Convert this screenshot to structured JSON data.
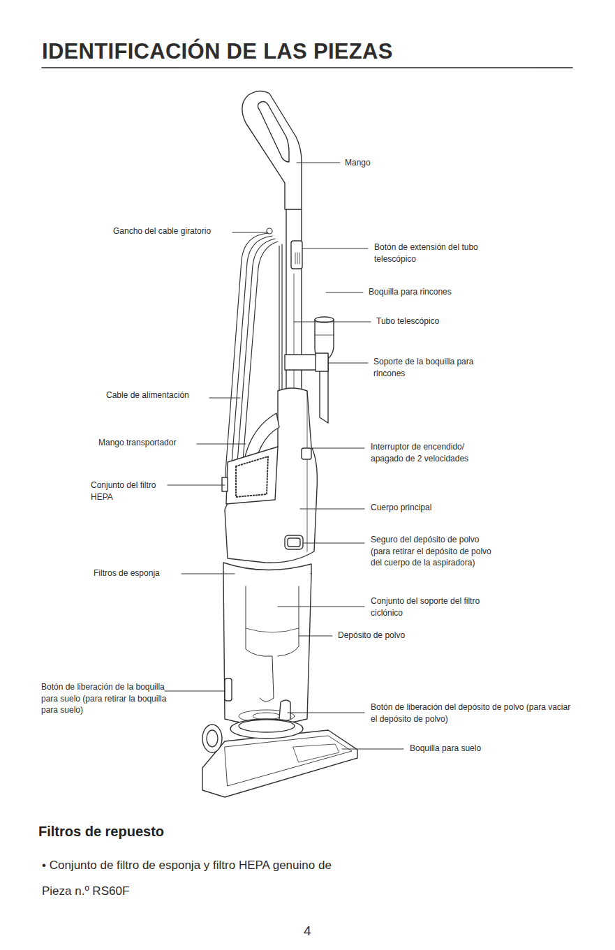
{
  "diagram": {
    "title": "IDENTIFICACIÓN DE LAS PIEZAS",
    "labels": [
      "Mango",
      "Gancho del cable giratorio",
      "Botón de extensión del tubo telescópico",
      "Boquilla para rincones",
      "Tubo telescópico",
      "Soporte de la boquilla para rincones",
      "Cable de alimentación",
      "Mango transportador",
      "Interruptor de encendido/ apagado de 2 velocidades",
      "Conjunto del filtro HEPA",
      "Cuerpo principal",
      "Seguro del depósito de polvo (para retirar el depósito de polvo del cuerpo de la aspiradora)",
      "Filtros de esponja",
      "Conjunto del soporte del filtro ciclónico",
      "Depósito de polvo",
      "Botón de liberación de la boquilla para suelo (para retirar la boquilla para suelo)",
      "Botón de liberación del depósito de polvo (para vaciar el depósito de polvo)",
      "Boquilla para suelo",
      "Filtros de repuesto",
      "• Conjunto de filtro de esponja y filtro HEPA genuino de",
      "Pieza n.º RS60F",
      "4"
    ]
  }
}
